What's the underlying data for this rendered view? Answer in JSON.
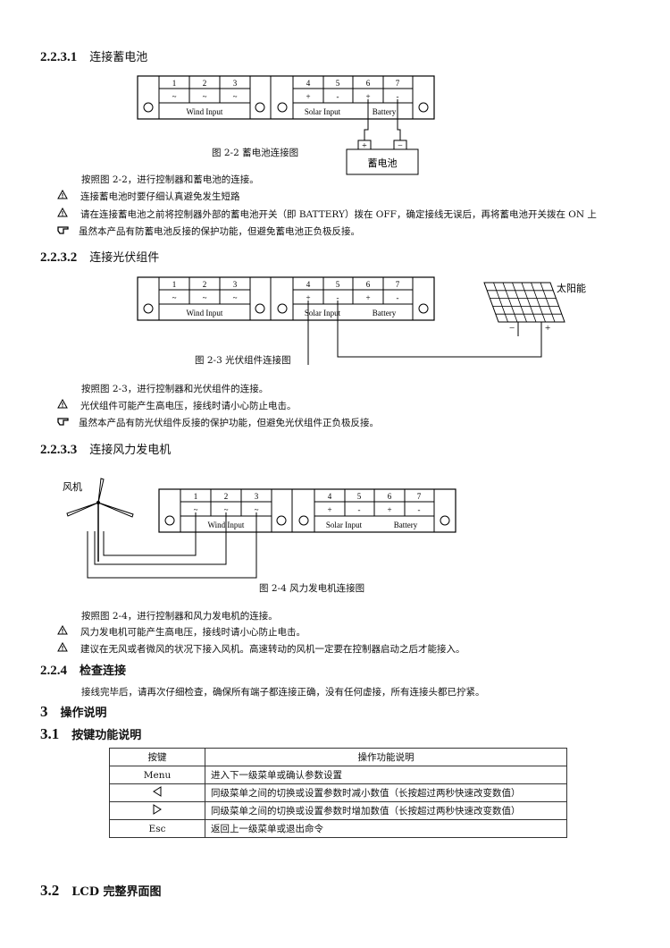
{
  "s2231": {
    "num": "2.2.3.1",
    "title": "连接蓄电池"
  },
  "fig22": {
    "caption": "图 2-2  蓄电池连接图",
    "battery_label": "蓄电池"
  },
  "terminals": {
    "wind_nums": [
      "1",
      "2",
      "3"
    ],
    "wind_sym": "~",
    "wind_label": "Wind Input",
    "other_nums": [
      "4",
      "5",
      "6",
      "7"
    ],
    "other_sym": [
      "+",
      "-",
      "+",
      "-"
    ],
    "solar_label": "Solar Input",
    "battery_label": "Battery"
  },
  "p22": {
    "text": "按照图 2-2，进行控制器和蓄电池的连接。",
    "warn1": "连接蓄电池时要仔细认真避免发生短路",
    "warn2": "请在连接蓄电池之前将控制器外部的蓄电池开关（即 BATTERY）拨在 OFF，确定接线无误后，再将蓄电池开关拨在 ON 上",
    "note": "虽然本产品有防蓄电池反接的保护功能，但避免蓄电池正负极反接。"
  },
  "s2232": {
    "num": "2.2.3.2",
    "title": "连接光伏组件"
  },
  "fig23": {
    "caption": "图 2-3  光伏组件连接图",
    "panel_label": "太阳能"
  },
  "p23": {
    "text": "按照图 2-3，进行控制器和光伏组件的连接。",
    "warn1": "光伏组件可能产生高电压，接线时请小心防止电击。",
    "note": "虽然本产品有防光伏组件反接的保护功能，但避免光伏组件正负极反接。"
  },
  "s2233": {
    "num": "2.2.3.3",
    "title": "连接风力发电机"
  },
  "fig24": {
    "caption": "图 2-4  风力发电机连接图",
    "turbine_label": "风机"
  },
  "p24": {
    "text": "按照图 2-4，进行控制器和风力发电机的连接。",
    "warn1": "风力发电机可能产生高电压，接线时请小心防止电击。",
    "warn2": "建议在无风或者微风的状况下接入风机。高速转动的风机一定要在控制器启动之后才能接入。"
  },
  "s224": {
    "num": "2.2.4",
    "title": "检查连接",
    "text": "接线完毕后，请再次仔细检查，确保所有端子都连接正确，没有任何虚接，所有连接头都已拧紧。"
  },
  "s3": {
    "num": "3",
    "title": "操作说明"
  },
  "s31": {
    "num": "3.1",
    "title": "按键功能说明"
  },
  "key_table": {
    "headers": [
      "按键",
      "操作功能说明"
    ],
    "rows": [
      {
        "key": "Menu",
        "desc": "进入下一级菜单或确认参数设置"
      },
      {
        "key": "",
        "icon": "left-triangle-icon",
        "desc": "同级菜单之间的切换或设置参数时减小数值（长按超过两秒快速改变数值）"
      },
      {
        "key": "",
        "icon": "right-triangle-icon",
        "desc": "同级菜单之间的切换或设置参数时增加数值（长按超过两秒快速改变数值）"
      },
      {
        "key": "Esc",
        "desc": "返回上一级菜单或退出命令"
      }
    ]
  },
  "s32": {
    "num": "3.2",
    "title": "LCD 完整界面图"
  }
}
